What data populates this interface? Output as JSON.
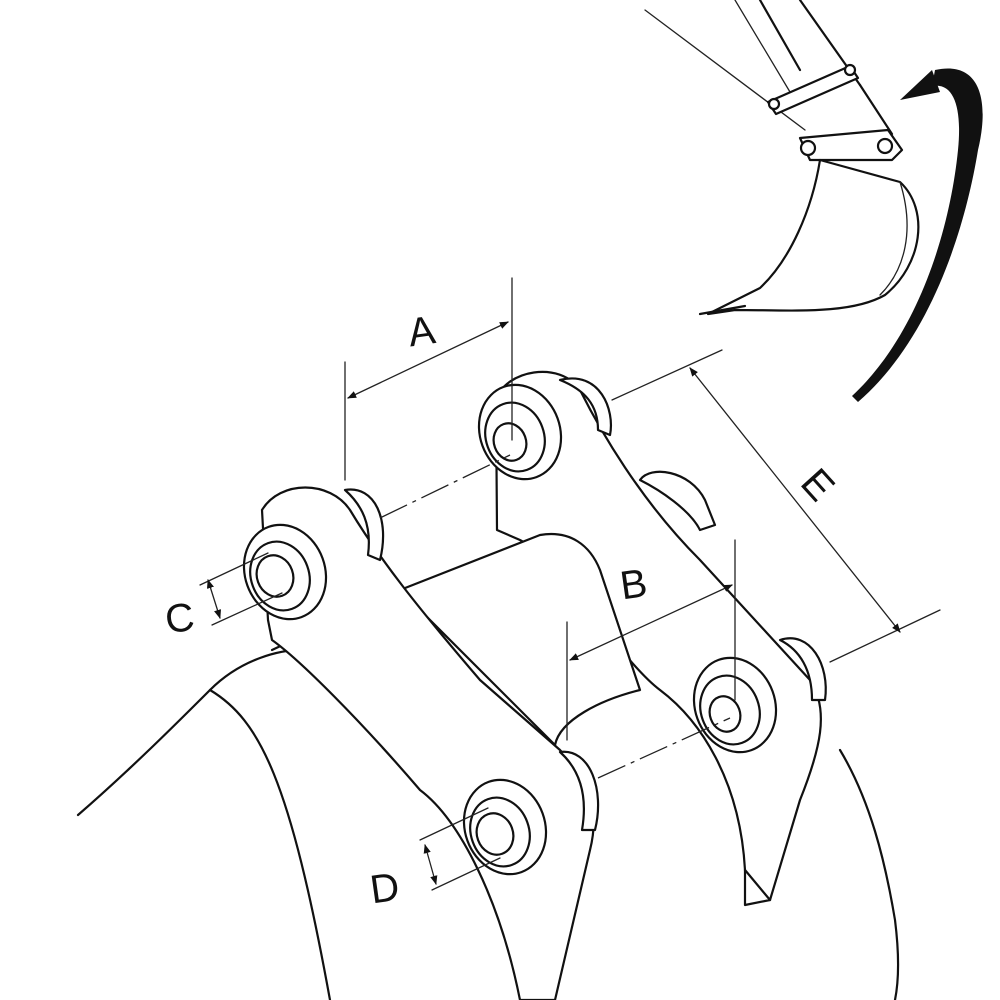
{
  "labels": {
    "a": "A",
    "b": "B",
    "c": "C",
    "d": "D",
    "e": "E"
  },
  "icons": {
    "rotation": "curved-arrow-icon"
  }
}
